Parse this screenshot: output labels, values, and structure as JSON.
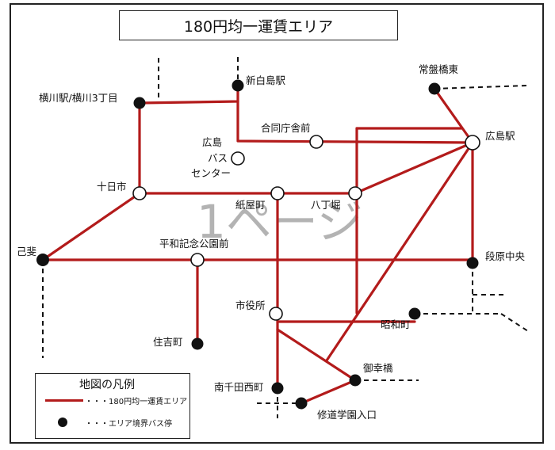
{
  "title": "180円均一運賃エリア",
  "watermark": "1ページ",
  "colors": {
    "route": "#b31b1b",
    "ink": "#111111",
    "open_stop_fill": "#ffffff"
  },
  "stops": {
    "shinhakushima": {
      "label": "新白島駅",
      "type": "boundary"
    },
    "yokogawa": {
      "label": "横川駅/横川3丁目",
      "type": "boundary"
    },
    "joban_bashi_higashi": {
      "label": "常盤橋東",
      "type": "boundary"
    },
    "godo_chosha_mae": {
      "label": "合同庁舎前",
      "type": "stop"
    },
    "hiroshima_eki": {
      "label": "広島駅",
      "type": "stop"
    },
    "bus_center_1": {
      "label": "広島",
      "type": "stop"
    },
    "bus_center_2": {
      "label": "バス"
    },
    "bus_center_3": {
      "label": "センター"
    },
    "tokaichi": {
      "label": "十日市",
      "type": "stop"
    },
    "kamiyacho": {
      "label": "紙屋町",
      "type": "stop"
    },
    "hatchobori": {
      "label": "八丁堀",
      "type": "stop"
    },
    "koi": {
      "label": "己斐",
      "type": "boundary"
    },
    "heiwa_kinen_koen_mae": {
      "label": "平和記念公園前",
      "type": "stop"
    },
    "danbara_chuo": {
      "label": "段原中央",
      "type": "boundary"
    },
    "shiyakusho": {
      "label": "市役所",
      "type": "stop"
    },
    "showamachi": {
      "label": "昭和町",
      "type": "boundary"
    },
    "sumiyoshicho": {
      "label": "住吉町",
      "type": "boundary"
    },
    "miyuki_bashi": {
      "label": "御幸橋",
      "type": "boundary"
    },
    "minami_senda_nishimachi": {
      "label": "南千田西町",
      "type": "boundary"
    },
    "shudo_gakuen_iriguchi": {
      "label": "修道学園入口",
      "type": "boundary"
    }
  },
  "legend": {
    "title": "地図の凡例",
    "route_item": "・・・180円均一運賃エリア",
    "stop_item": "・・・エリア境界バス停"
  }
}
